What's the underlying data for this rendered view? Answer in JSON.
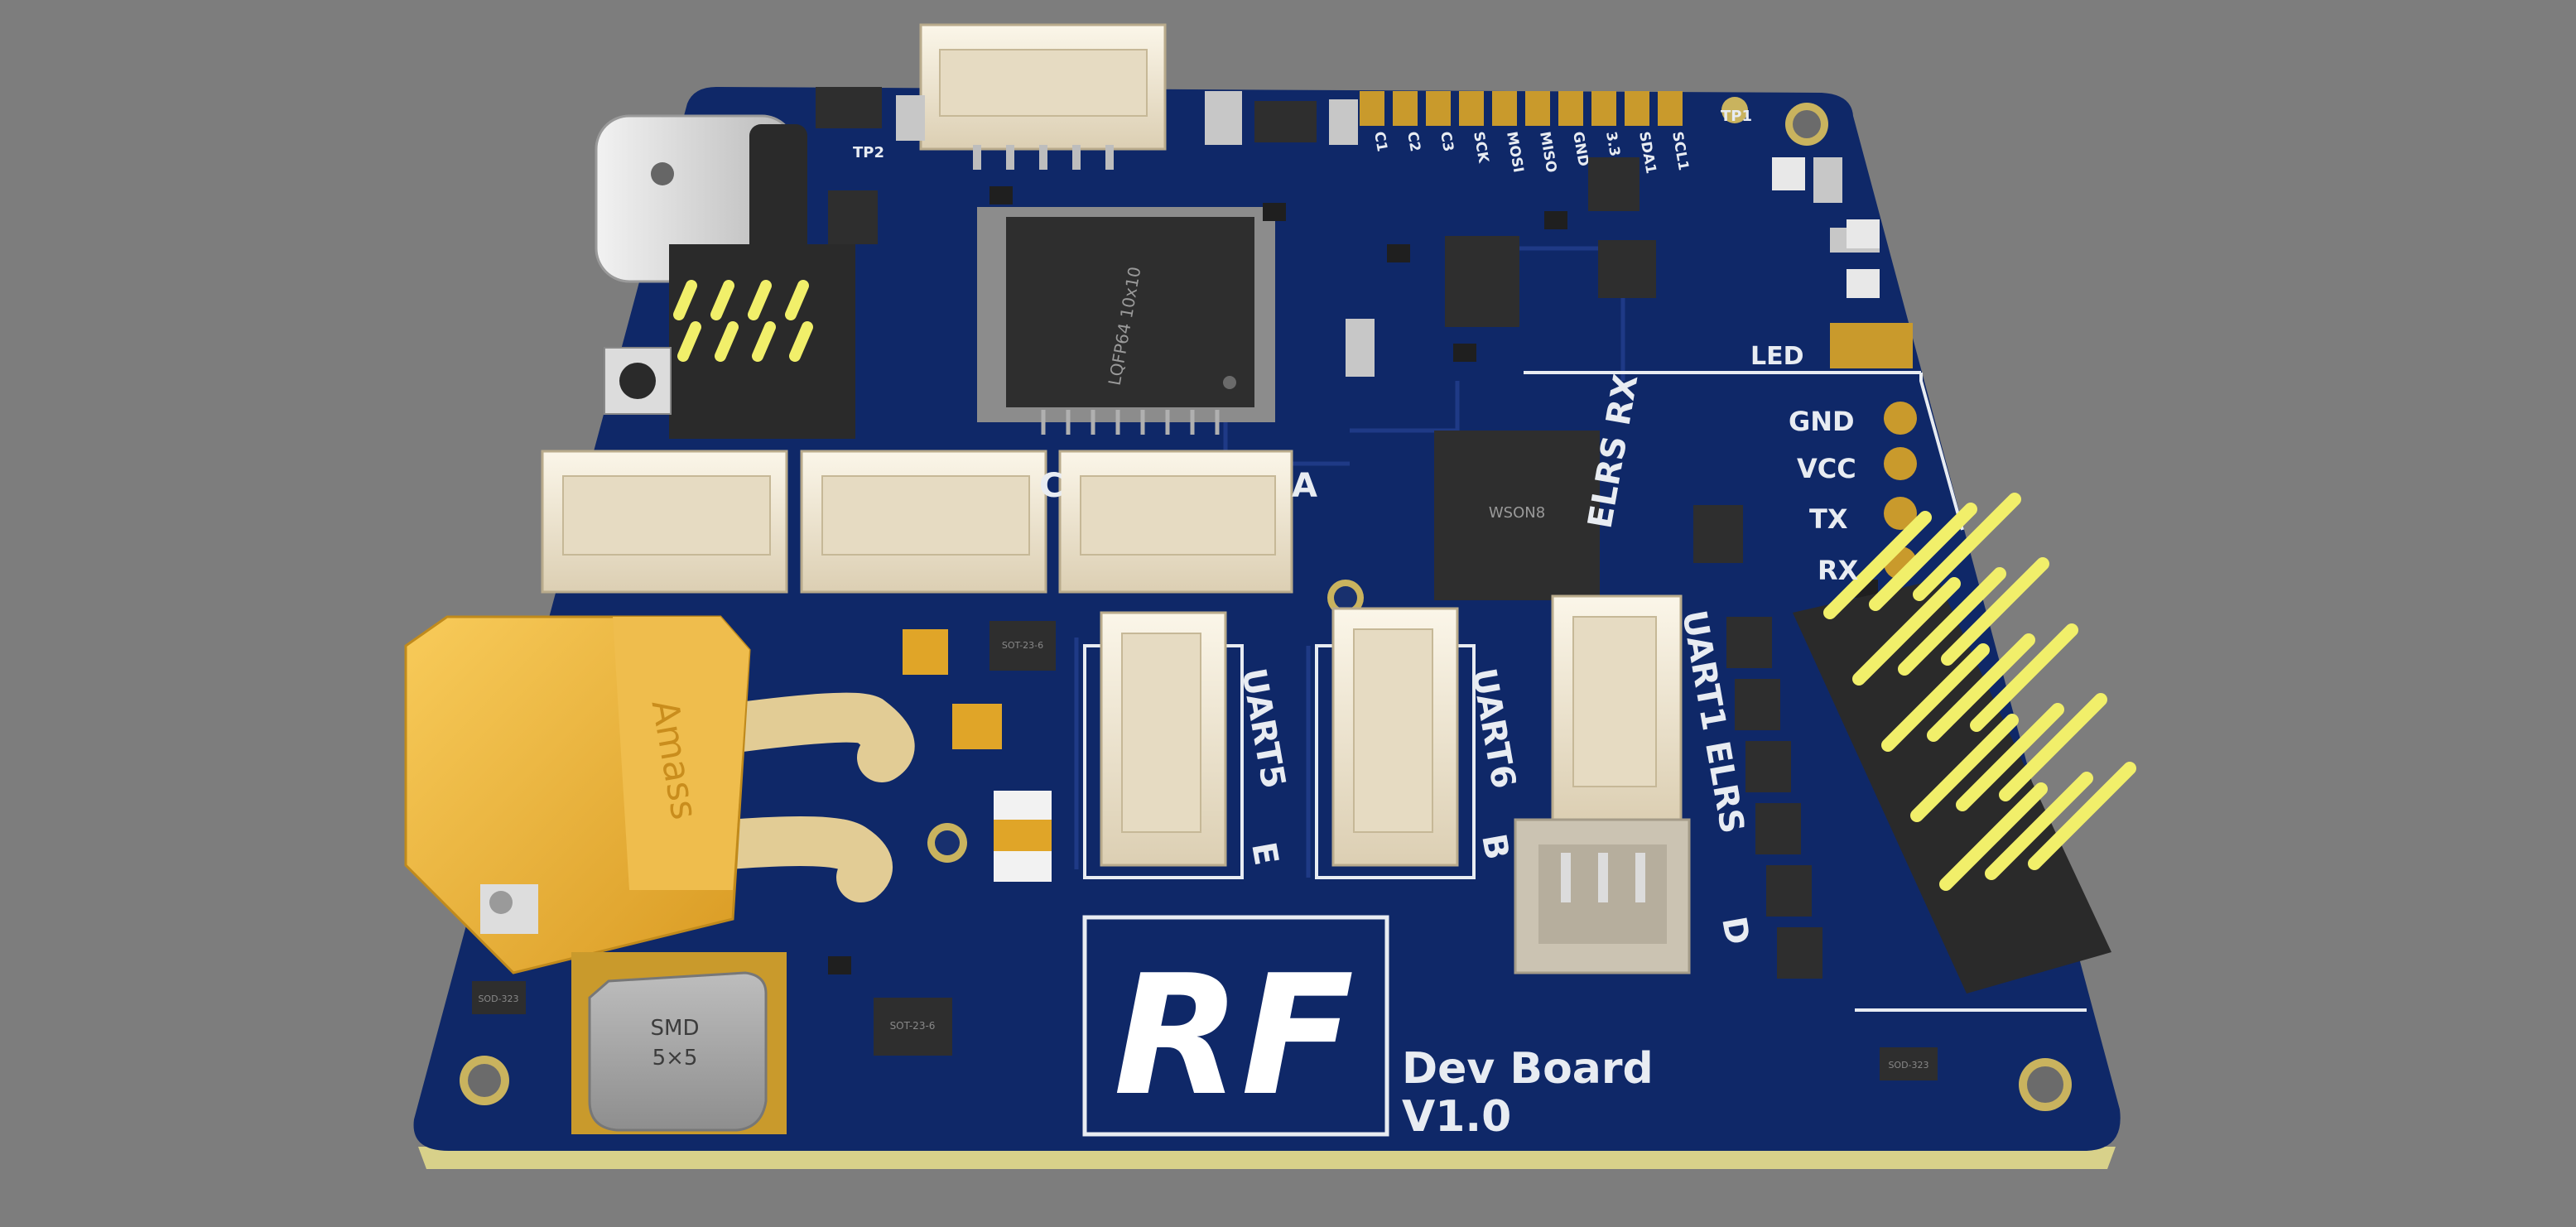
{
  "colors": {
    "background": "#7d7d7d",
    "pcb": "#0f2868",
    "silkscreen": "#e8ecf2",
    "connector": "#efe6d2",
    "xt60": "#f2b53a",
    "pin": "#f1ef6a",
    "gold_pad": "#c99a2c"
  },
  "board": {
    "logo": "RF",
    "title": "Dev Board",
    "version": "V1.0",
    "mcu_label": "LQFP64 10x10",
    "flash_label": "WSON8",
    "inductor_label_1": "SMD",
    "inductor_label_2": "5×5",
    "power_brand": "Amass",
    "tp1": "TP1",
    "tp2": "TP2",
    "led": "LED",
    "elrs_rx": "ELRS RX",
    "uart5": "UART5",
    "uart6": "UART6",
    "uart1_elrs": "UART1 ELRS",
    "letter_c": "C",
    "letter_a": "A",
    "letter_e": "E",
    "letter_b": "B",
    "letter_d": "D",
    "sot_1": "SOT-23-6",
    "sot_2": "SOT-23-6",
    "sod_1": "SOD-323",
    "sod_2": "SOD-323",
    "top_pins": [
      "C1",
      "C2",
      "C3",
      "SCK",
      "MOSI",
      "MISO",
      "GND",
      "3.3",
      "SDA1",
      "SCL1"
    ],
    "elrs_pins": [
      "GND",
      "VCC",
      "TX",
      "RX"
    ]
  }
}
